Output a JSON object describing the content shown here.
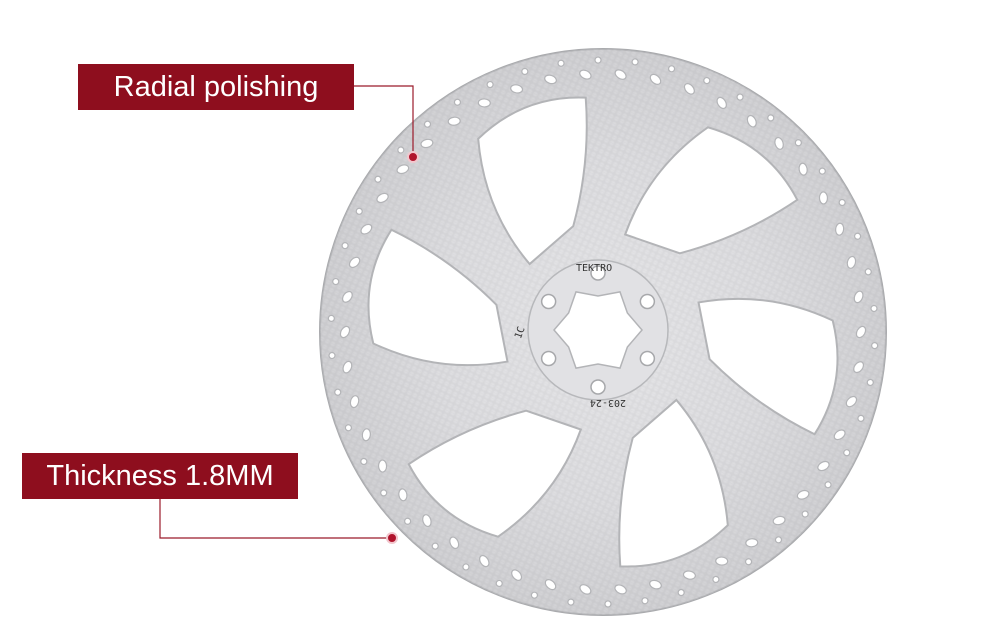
{
  "product": {
    "name": "brake-disc-rotor",
    "brand_imprint": "TEKTRO",
    "imprint_model": "203-24",
    "imprint_code": "1C"
  },
  "callouts": [
    {
      "text": "Radial polishing"
    },
    {
      "text": "Thickness 1.8MM"
    }
  ],
  "colors": {
    "label_bg": "#8e0e1e",
    "label_text": "#ffffff",
    "leader_line": "#9b1b2b",
    "marker": "#b0142c",
    "rotor_metal": "#d9d9dc",
    "rotor_edge": "#a9aaad",
    "background": "#ffffff"
  }
}
